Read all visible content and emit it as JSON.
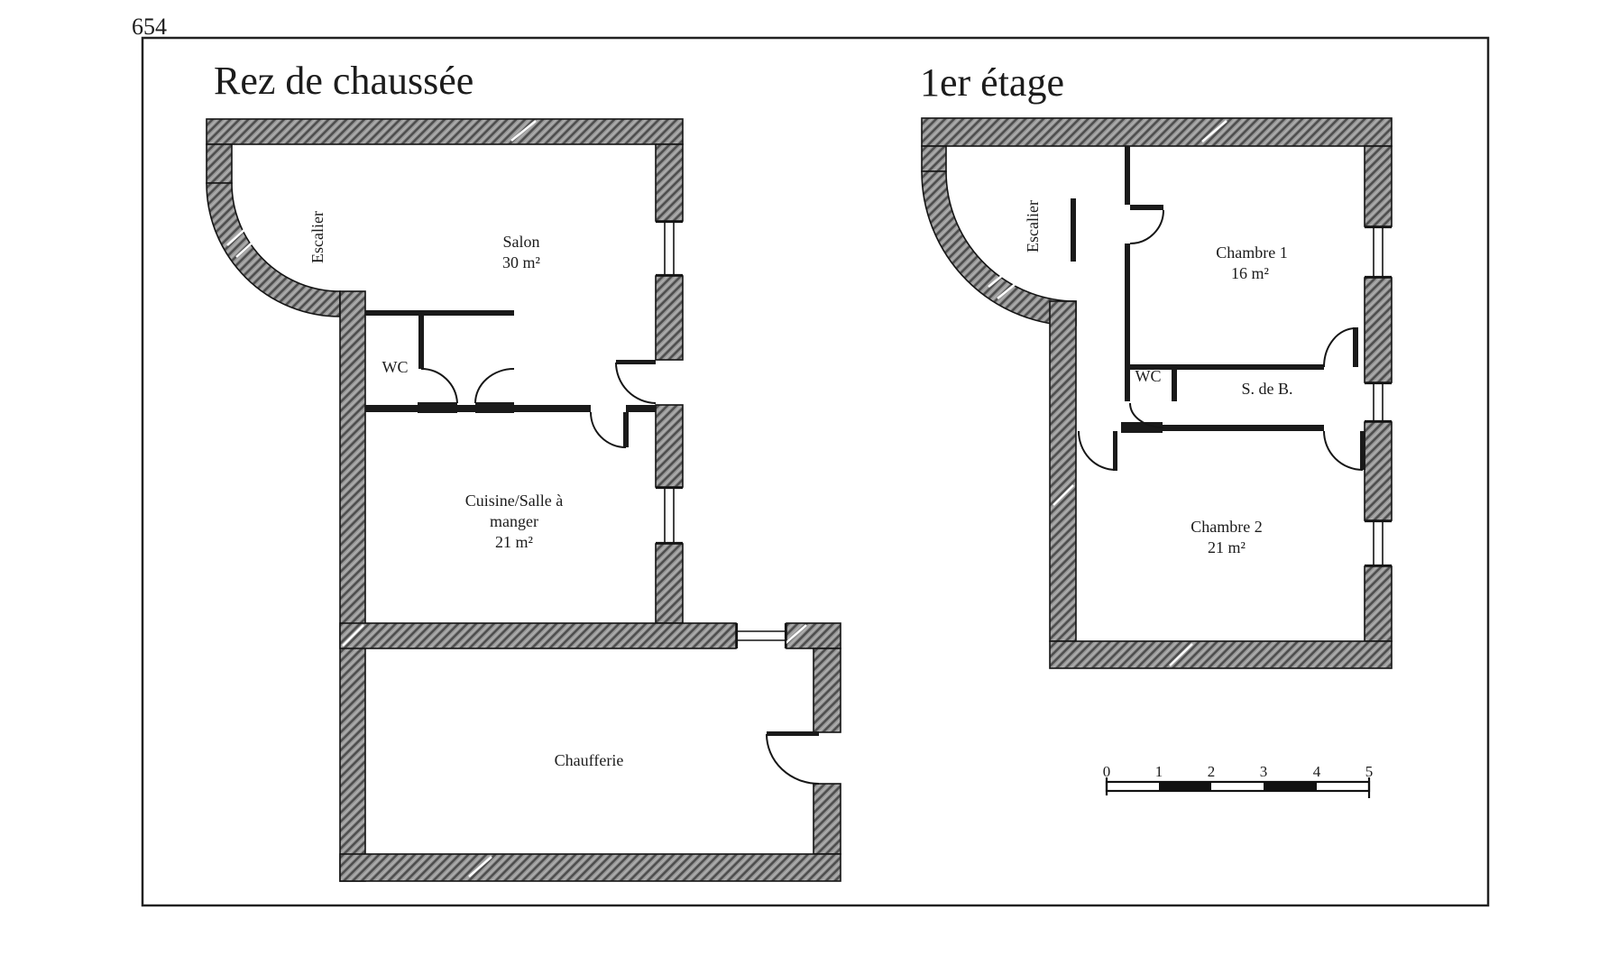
{
  "page": {
    "drawing_number": "654"
  },
  "ground_floor": {
    "title": "Rez de chaussée",
    "rooms": {
      "escalier": "Escalier",
      "salon_name": "Salon",
      "salon_area": "30 m²",
      "wc": "WC",
      "cuisine_line1": "Cuisine/Salle à",
      "cuisine_line2": "manger",
      "cuisine_area": "21 m²",
      "chaufferie": "Chaufferie"
    }
  },
  "first_floor": {
    "title": "1er étage",
    "rooms": {
      "escalier": "Escalier",
      "chambre1_name": "Chambre 1",
      "chambre1_area": "16 m²",
      "wc": "WC",
      "sdb": "S. de B.",
      "chambre2_name": "Chambre 2",
      "chambre2_area": "21 m²"
    }
  },
  "scale_bar": {
    "labels": [
      "0",
      "1",
      "2",
      "3",
      "4",
      "5"
    ]
  },
  "colors": {
    "background": "#ffffff",
    "wall_gray": "#9a9a9a",
    "hatch_dark": "#4e4e4e",
    "line_black": "#1a1a1a"
  }
}
